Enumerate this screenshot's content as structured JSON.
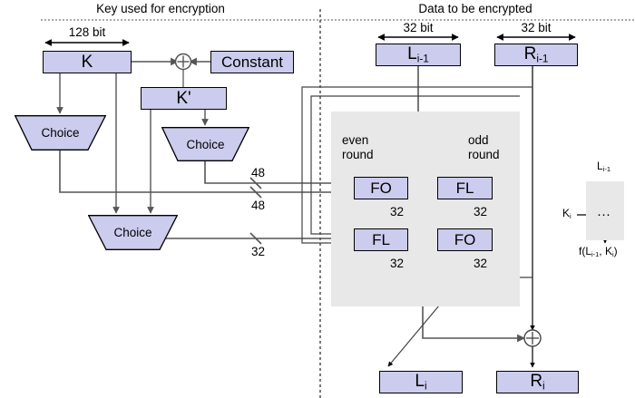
{
  "title": "MISTY/KASUMI round function block diagram",
  "headers": {
    "left": "Key used for encryption",
    "right": "Data to be encrypted"
  },
  "colors": {
    "node_fill": "#ccccee",
    "node_stroke": "#000000",
    "grey_panel": "#e8e8e8",
    "wire_dark": "#000000",
    "wire_grey": "#555555",
    "background": "#ffffff"
  },
  "dimension_labels": {
    "key_width": "128 bit",
    "left_half_width": "32 bit",
    "right_half_width": "32 bit"
  },
  "key_side": {
    "blocks": [
      {
        "name": "k-block",
        "label": "K"
      },
      {
        "name": "constant-block",
        "label": "Constant"
      },
      {
        "name": "kprime-block",
        "label": "K'"
      }
    ],
    "xor_symbol": "⊕",
    "choices": [
      {
        "name": "choice-left",
        "label": "Choice"
      },
      {
        "name": "choice-right",
        "label": "Choice"
      },
      {
        "name": "choice-bottom",
        "label": "Choice"
      }
    ],
    "bus_labels": [
      "48",
      "48",
      "32"
    ]
  },
  "data_side": {
    "inputs": [
      {
        "name": "left-half-input",
        "base": "L",
        "sub": "i-1"
      },
      {
        "name": "right-half-input",
        "base": "R",
        "sub": "i-1"
      }
    ],
    "outputs": [
      {
        "name": "left-half-output",
        "base": "L",
        "sub": "i"
      },
      {
        "name": "right-half-output",
        "base": "R",
        "sub": "i"
      }
    ],
    "round_labels": {
      "even": "even\nround",
      "even_line1": "even",
      "even_line2": "round",
      "odd_line1": "odd",
      "odd_line2": "round"
    },
    "functions": [
      {
        "name": "fo-top-left",
        "label": "FO"
      },
      {
        "name": "fl-top-right",
        "label": "FL"
      },
      {
        "name": "fl-bottom-left",
        "label": "FL"
      },
      {
        "name": "fo-bottom-right",
        "label": "FO"
      }
    ],
    "width_labels": [
      "32",
      "32",
      "32",
      "32"
    ],
    "xor_symbol": "⊕"
  },
  "legend": {
    "input_base": "L",
    "input_sub": "i-1",
    "key_base": "K",
    "key_sub": "i",
    "ellipsis": "···",
    "output_prefix": "f(L",
    "output_sub1": "i-1",
    "output_mid": ", K",
    "output_sub2": "i",
    "output_suffix": ")"
  }
}
